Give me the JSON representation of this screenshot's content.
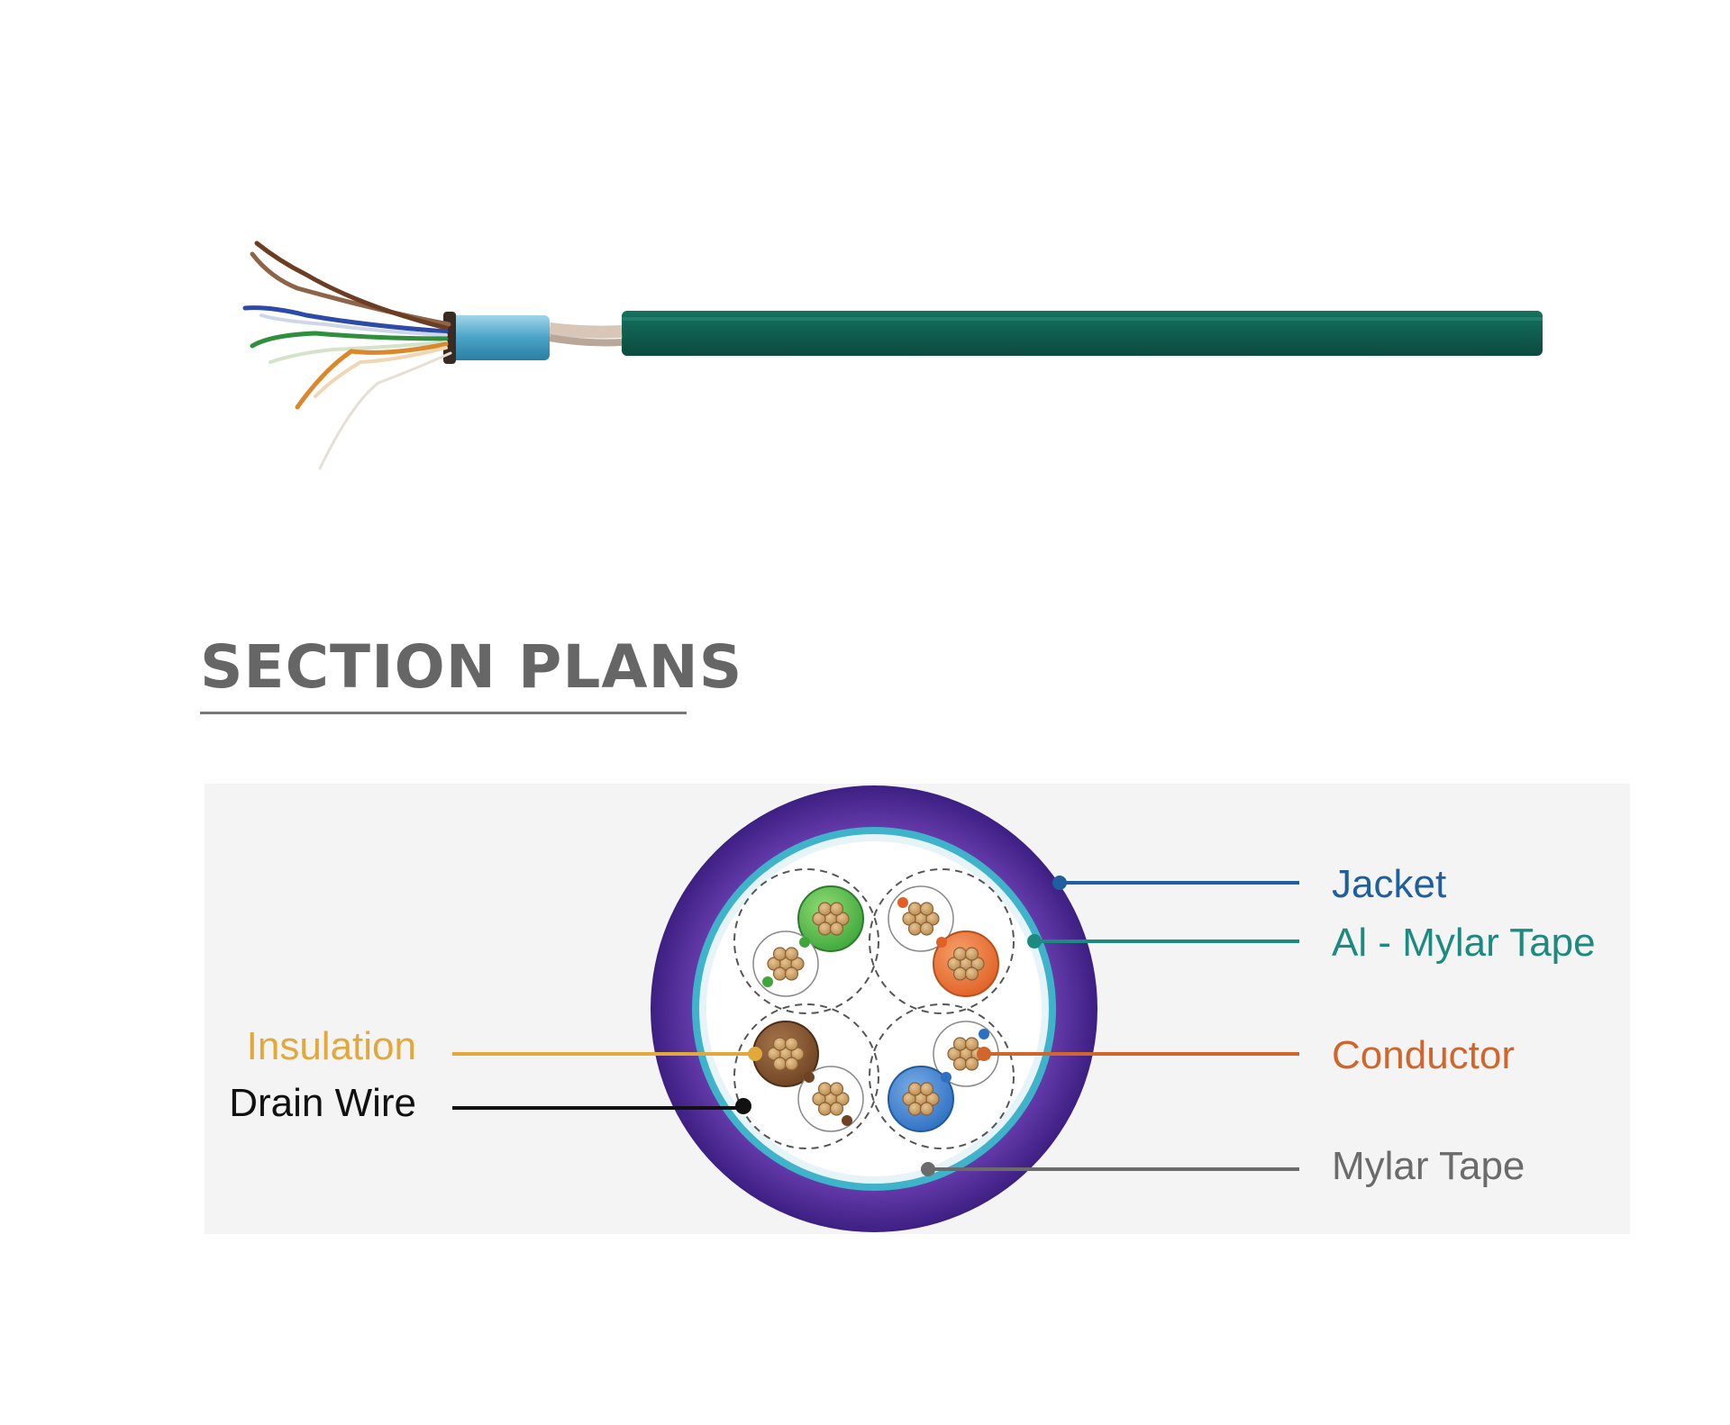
{
  "heading": "SECTION PLANS",
  "colors": {
    "heading": "#666666",
    "cable_jacket_photo": "#0f5e4f",
    "diagram_jacket": "#4b2a8f",
    "al_mylar_ring": "#3fb3c9",
    "panel_background": "#f4f4f4"
  },
  "labels": {
    "insulation": {
      "text": "Insulation",
      "color": "#e3a83a"
    },
    "drain_wire": {
      "text": "Drain Wire",
      "color": "#111111"
    },
    "jacket": {
      "text": "Jacket",
      "color": "#1f5f9e"
    },
    "al_mylar_tape": {
      "text": "Al - Mylar Tape",
      "color": "#1c8a80"
    },
    "conductor": {
      "text": "Conductor",
      "color": "#d0662c"
    },
    "mylar_tape": {
      "text": "Mylar Tape",
      "color": "#6b6b6b"
    }
  },
  "pairs": [
    {
      "color_a": "green",
      "color_b": "green-white"
    },
    {
      "color_a": "orange",
      "color_b": "orange-white"
    },
    {
      "color_a": "brown",
      "color_b": "brown-white"
    },
    {
      "color_a": "blue",
      "color_b": "blue-white"
    }
  ]
}
